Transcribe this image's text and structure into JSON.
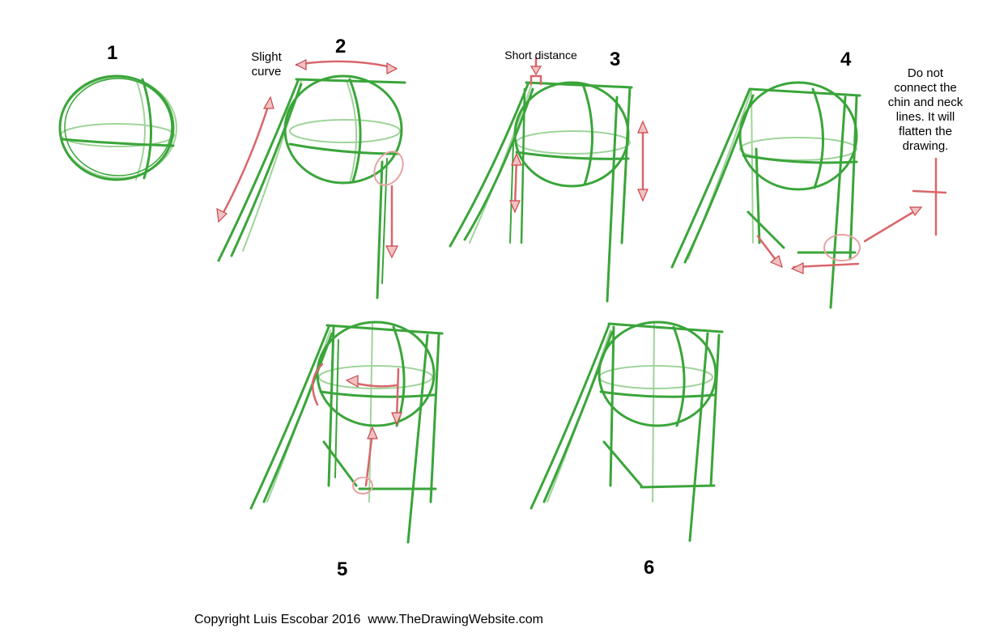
{
  "steps": [
    {
      "number": "1"
    },
    {
      "number": "2"
    },
    {
      "number": "3"
    },
    {
      "number": "4"
    },
    {
      "number": "5"
    },
    {
      "number": "6"
    }
  ],
  "annotations": {
    "slight_curve": "Slight\ncurve",
    "short_distance": "Short distance",
    "do_not_connect": "Do not\nconnect the\nchin and neck\nlines.  It will\nflatten the\ndrawing."
  },
  "footer": {
    "copyright": "Copyright Luis Escobar 2016  www.TheDrawingWebsite.com"
  },
  "colors": {
    "sketch_green": "#3aa53a",
    "annotation_red": "#d9666a"
  }
}
